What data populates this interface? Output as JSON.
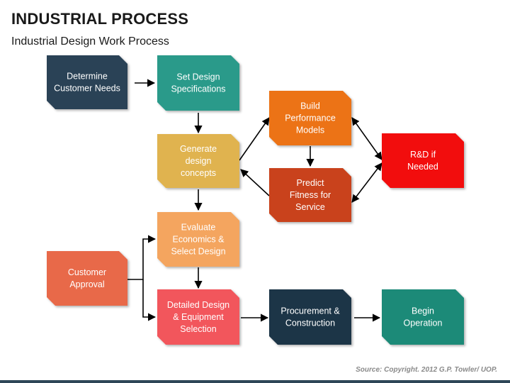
{
  "header": {
    "title": "INDUSTRIAL PROCESS",
    "subtitle": "Industrial Design Work Process"
  },
  "boxes": [
    {
      "id": "determine",
      "lines": [
        "Determine",
        "Customer Needs"
      ],
      "color": "#2b4356"
    },
    {
      "id": "set-design",
      "lines": [
        "Set Design",
        "Specifications"
      ],
      "color": "#2a9a8a"
    },
    {
      "id": "generate",
      "lines": [
        "Generate",
        "design",
        "concepts"
      ],
      "color": "#e0b34f"
    },
    {
      "id": "build",
      "lines": [
        "Build",
        "Performance",
        "Models"
      ],
      "color": "#ec7314"
    },
    {
      "id": "predict",
      "lines": [
        "Predict",
        "Fitness for",
        "Service"
      ],
      "color": "#c9421a"
    },
    {
      "id": "rd",
      "lines": [
        "R&D if",
        "Needed"
      ],
      "color": "#f20a0a"
    },
    {
      "id": "evaluate",
      "lines": [
        "Evaluate",
        "Economics &",
        "Select Design"
      ],
      "color": "#f4a55e"
    },
    {
      "id": "customer",
      "lines": [
        "Customer",
        "Approval"
      ],
      "color": "#e8694a"
    },
    {
      "id": "detailed",
      "lines": [
        "Detailed Design",
        "& Equipment",
        "Selection"
      ],
      "color": "#f2575b"
    },
    {
      "id": "procurement",
      "lines": [
        "Procurement &",
        "Construction"
      ],
      "color": "#1f3546"
    },
    {
      "id": "begin",
      "lines": [
        "Begin",
        "Operation"
      ],
      "color": "#1e8a78"
    }
  ],
  "footer": {
    "source": "Source: Copyright. 2012 G.P. Towler/ UOP."
  }
}
